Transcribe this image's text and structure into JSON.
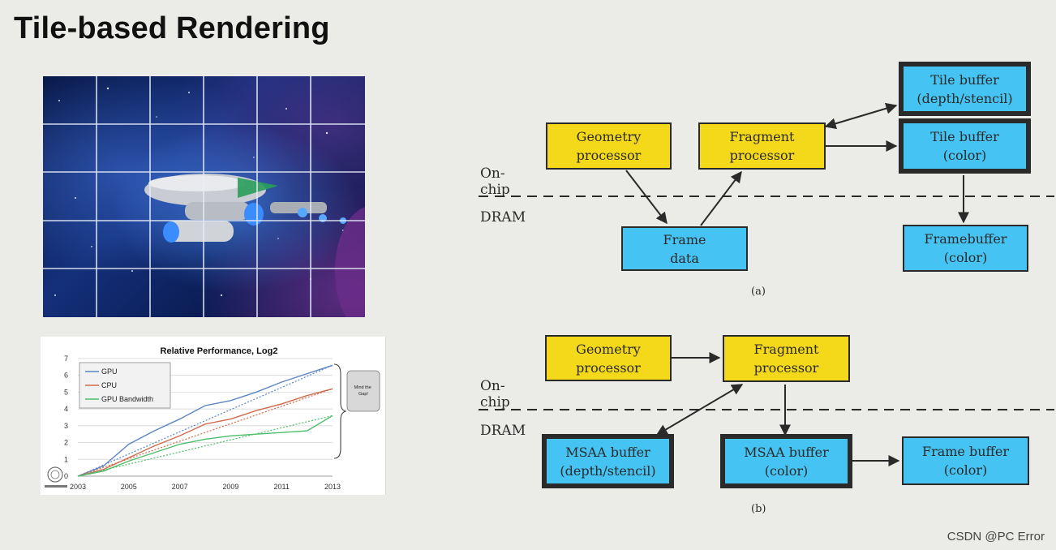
{
  "slide": {
    "title": "Tile-based Rendering"
  },
  "chart_data": {
    "type": "line",
    "title": "Relative Performance, Log2",
    "x_ticks": [
      "2003",
      "2005",
      "2007",
      "2009",
      "2011",
      "2013"
    ],
    "y_ticks": [
      "0",
      "1",
      "2",
      "3",
      "4",
      "5",
      "6",
      "7"
    ],
    "ylim": [
      0,
      7
    ],
    "xlim": [
      2003,
      2013
    ],
    "legend_placement": "top-left",
    "annotation": "Mind the Gap!",
    "series": [
      {
        "name": "GPU",
        "color": "#5b86c4",
        "x": [
          2003,
          2004,
          2005,
          2006,
          2007,
          2008,
          2009,
          2010,
          2011,
          2012,
          2013
        ],
        "y": [
          0,
          0.6,
          1.9,
          2.7,
          3.4,
          4.2,
          4.5,
          5.0,
          5.6,
          6.1,
          6.6
        ]
      },
      {
        "name": "CPU",
        "color": "#d06a4a",
        "x": [
          2003,
          2004,
          2005,
          2006,
          2007,
          2008,
          2009,
          2010,
          2011,
          2012,
          2013
        ],
        "y": [
          0,
          0.4,
          1.1,
          1.8,
          2.4,
          3.1,
          3.4,
          3.9,
          4.3,
          4.8,
          5.2
        ]
      },
      {
        "name": "GPU Bandwidth",
        "color": "#4cbd6a",
        "x": [
          2003,
          2004,
          2005,
          2006,
          2007,
          2008,
          2009,
          2010,
          2011,
          2012,
          2013
        ],
        "y": [
          0,
          0.3,
          0.9,
          1.4,
          1.9,
          2.2,
          2.4,
          2.5,
          2.6,
          2.7,
          3.6
        ]
      }
    ]
  },
  "diagram_a": {
    "caption": "(a)",
    "on_chip_label": "On-chip",
    "dram_label": "DRAM",
    "geometry_processor": [
      "Geometry",
      "processor"
    ],
    "fragment_processor": [
      "Fragment",
      "processor"
    ],
    "tile_buffer_depth": [
      "Tile buffer",
      "(depth/stencil)"
    ],
    "tile_buffer_color": [
      "Tile buffer",
      "(color)"
    ],
    "frame_data": [
      "Frame",
      "data"
    ],
    "framebuffer": [
      "Framebuffer",
      "(color)"
    ]
  },
  "diagram_b": {
    "caption": "(b)",
    "on_chip_label": "On-chip",
    "dram_label": "DRAM",
    "geometry_processor": [
      "Geometry",
      "processor"
    ],
    "fragment_processor": [
      "Fragment",
      "processor"
    ],
    "msaa_depth": [
      "MSAA buffer",
      "(depth/stencil)"
    ],
    "msaa_color": [
      "MSAA buffer",
      "(color)"
    ],
    "frame_buffer": [
      "Frame buffer",
      "(color)"
    ]
  },
  "watermark": "CSDN @PC Error",
  "colors": {
    "processor": "#f4d81a",
    "buffer": "#45c3f2",
    "background": "#ebebe7"
  }
}
